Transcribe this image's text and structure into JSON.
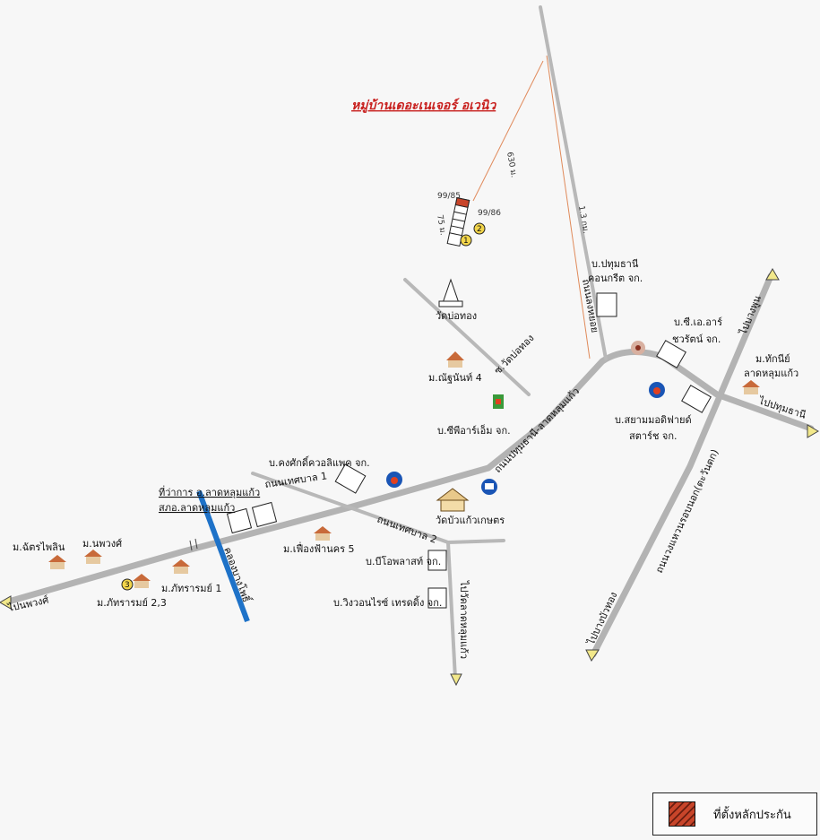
{
  "title": "หมู่บ้านเดอะเนเจอร์ อเวนิว",
  "roads": {
    "main": "ถนนปทุมธานี-ลาดหลุมแก้ว",
    "ring": "ถนนวงแหวนรอบนอก(ตะวันตก)",
    "branch": "ถนนลงหยอย",
    "soi_watbor": "ซ.วัดบ่อทอง",
    "tessaban1": "ถนนเทศบาล 1",
    "tessaban2": "ถนนเทศบาล 2",
    "canal": "คลองบางโพธิ์"
  },
  "directions": {
    "bang_bua_thong": "ไปบางบัวทอง",
    "bang_phun": "ไปบางพูน",
    "pathum_thani": "ไปปทุมธานี",
    "nopphawong": "ไปนพวงศ์",
    "wat_lat_bo": "ไปวัดลาดหลุมแก้ว"
  },
  "distances": {
    "d630": "630 ม.",
    "d13": "1.3 กม.",
    "d75": "75 ม."
  },
  "plots": {
    "p1": "99/85",
    "p2": "99/86"
  },
  "places": {
    "wat_bor_thong": "วัดบ่อทอง",
    "m_nisupan4": "ม.ณัฐนันท์ 4",
    "pathum_concrete_1": "บ.ปทุมธานี",
    "pathum_concrete_2": "คอนกรีต จก.",
    "sea_1": "บ.ซี.เอ.อาร์",
    "sea_2": "ชวรัตน์ จก.",
    "m_thakanee_1": "ม.ทักนีย์",
    "m_thakanee_2": "ลาดหลุมแก้ว",
    "siam_1": "บ.สยามมอดิฟายด์",
    "siam_2": "สตาร์ช จก.",
    "cpram": "บ.ซีพีอาร์เอ็ม จก.",
    "kongsak": "บ.คงศักดิ์ควอลิแพค จก.",
    "district_office": "ที่ว่าการ อ.ลาดหลุมแก้ว",
    "police": "สภอ.ลาดหลุมแก้ว",
    "wat_bua_kaeo": "วัดบัวแก้วเกษตร",
    "m_fueang5": "ม.เฟื่องฟ้านคร 5",
    "bio_plast": "บ.บีโอพลาสท์ จก.",
    "wingwon": "บ.วิงวอนไรซ์ เทรดดิ้ง จก.",
    "m_chatpailin": "ม.ฉัตรไพลิน",
    "m_nopphawong": "ม.นพวงศ์",
    "m_phattharam1": "ม.ภัทรารมย์ 1",
    "m_phattharam23": "ม.ภัทรารมย์ 2,3"
  },
  "markers": {
    "m1": "1",
    "m2": "2",
    "m3": "3"
  },
  "legend": {
    "label": "ที่ตั้งหลักประกัน",
    "color": "#c8452a"
  },
  "colors": {
    "title": "#c8201e",
    "road": "#b3b3b3",
    "canal": "#1e72c8",
    "fuel": "#1a55b5"
  }
}
